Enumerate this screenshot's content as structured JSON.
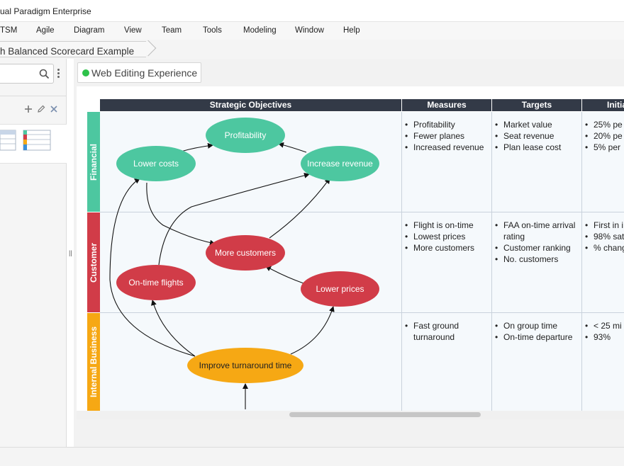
{
  "window": {
    "title": "ual Paradigm Enterprise"
  },
  "menu": {
    "items": [
      "TSM",
      "Agile",
      "Diagram",
      "View",
      "Team",
      "Tools",
      "Modeling",
      "Window",
      "Help"
    ]
  },
  "breadcrumb": {
    "label": "h Balanced Scorecard Example"
  },
  "toolbar": {
    "web_editing_label": "Web Editing Experience"
  },
  "table": {
    "headers": {
      "objectives": "Strategic Objectives",
      "measures": "Measures",
      "targets": "Targets",
      "initiatives": "Initia"
    },
    "lanes": [
      {
        "name": "Financial",
        "color": "#4dc7a0",
        "measures": [
          "Profitability",
          "Fewer planes",
          "Increased revenue"
        ],
        "targets": [
          "Market value",
          "Seat revenue",
          "Plan lease cost"
        ],
        "initiatives": [
          "25% pe",
          "20% pe",
          "5% per"
        ]
      },
      {
        "name": "Customer",
        "color": "#d13c48",
        "measures": [
          "Flight is on-time",
          "Lowest prices",
          "More customers"
        ],
        "targets": [
          "FAA on-time arrival",
          "rating",
          "Customer ranking",
          "No. customers"
        ],
        "initiatives": [
          "First in i",
          "98% sat",
          "% chang"
        ]
      },
      {
        "name": "Internal Business",
        "color": "#f6a814",
        "measures": [
          "Fast ground",
          "turnaround"
        ],
        "targets": [
          "On group time",
          "On-time departure"
        ],
        "initiatives": [
          "< 25 mi",
          "93%"
        ]
      }
    ]
  },
  "objectives": {
    "profitability": "Profitability",
    "lower_costs": "Lower costs",
    "increase_revenue": "Increase revenue",
    "more_customers": "More customers",
    "on_time_flights": "On-time flights",
    "lower_prices": "Lower prices",
    "improve_turnaround": "Improve turnaround time"
  },
  "colors": {
    "financial": "#4dc7a0",
    "customer": "#d13c48",
    "internal": "#f6a814",
    "header": "#333a47",
    "status_dot": "#2ec24a"
  },
  "icons": [
    "search-icon",
    "more-vert-icon",
    "add-icon",
    "edit-icon",
    "close-icon"
  ]
}
